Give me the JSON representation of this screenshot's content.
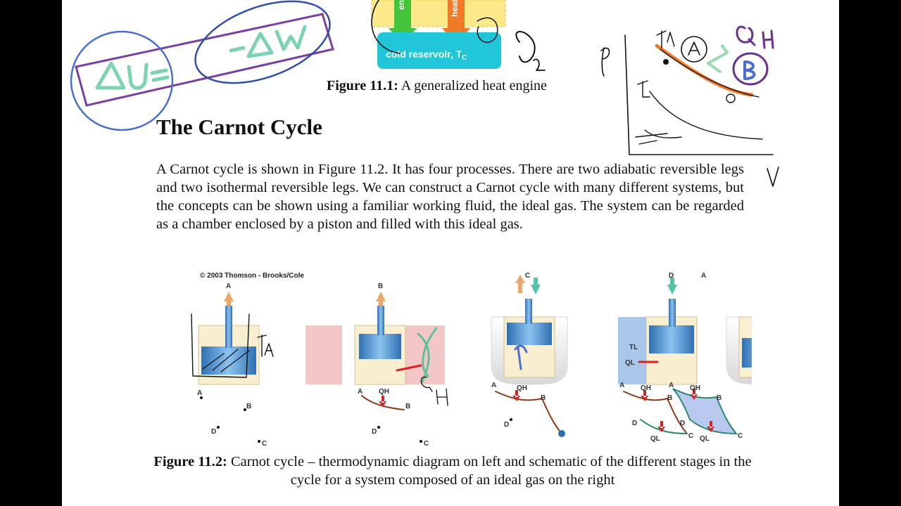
{
  "figure_11_1": {
    "caption_label": "Figure 11.1:",
    "caption_text": " A generalized heat engine",
    "cold_reservoir_label": "cold reservoir, T",
    "cold_reservoir_sub": "C",
    "arrow_left_label": "en",
    "arrow_right_label": "heat"
  },
  "section": {
    "title": "The Carnot Cycle",
    "paragraph": "A Carnot cycle is shown in Figure 11.2. It has four processes. There are two adiabatic reversible legs and two isothermal reversible legs. We can construct a Carnot cycle with many different systems, but the concepts can be shown using a familiar working fluid, the ideal gas. The system can be regarded as a chamber enclosed by a piston and filled with this ideal gas."
  },
  "figure_11_2": {
    "copyright": "© 2003 Thomson - Brooks/Cole",
    "caption_label": "Figure 11.2:",
    "caption_text": " Carnot cycle – thermodynamic diagram on left and schematic of the different stages in the cycle for a system composed of an ideal gas on the right",
    "stage_letters": [
      "A",
      "B",
      "C",
      "D",
      "A"
    ],
    "point_labels": {
      "a": "A",
      "b": "B",
      "c": "C",
      "d": "D"
    },
    "q_h": "QH",
    "q_l": "QL",
    "t_l": "TL"
  },
  "colors": {
    "page_bg": "#ffffff",
    "letterbox": "#000000",
    "hot_reservoir": "#f4c7c7",
    "cold_reservoir": "#a9c7ea",
    "piston_blue": "#4a8fd0",
    "gas_sand": "#f1e7c8",
    "ink_green": "#5fbf9a",
    "ink_purple": "#6b2f8f",
    "heat_arrow_orange": "#f07a25",
    "work_arrow_green": "#43c43a"
  }
}
